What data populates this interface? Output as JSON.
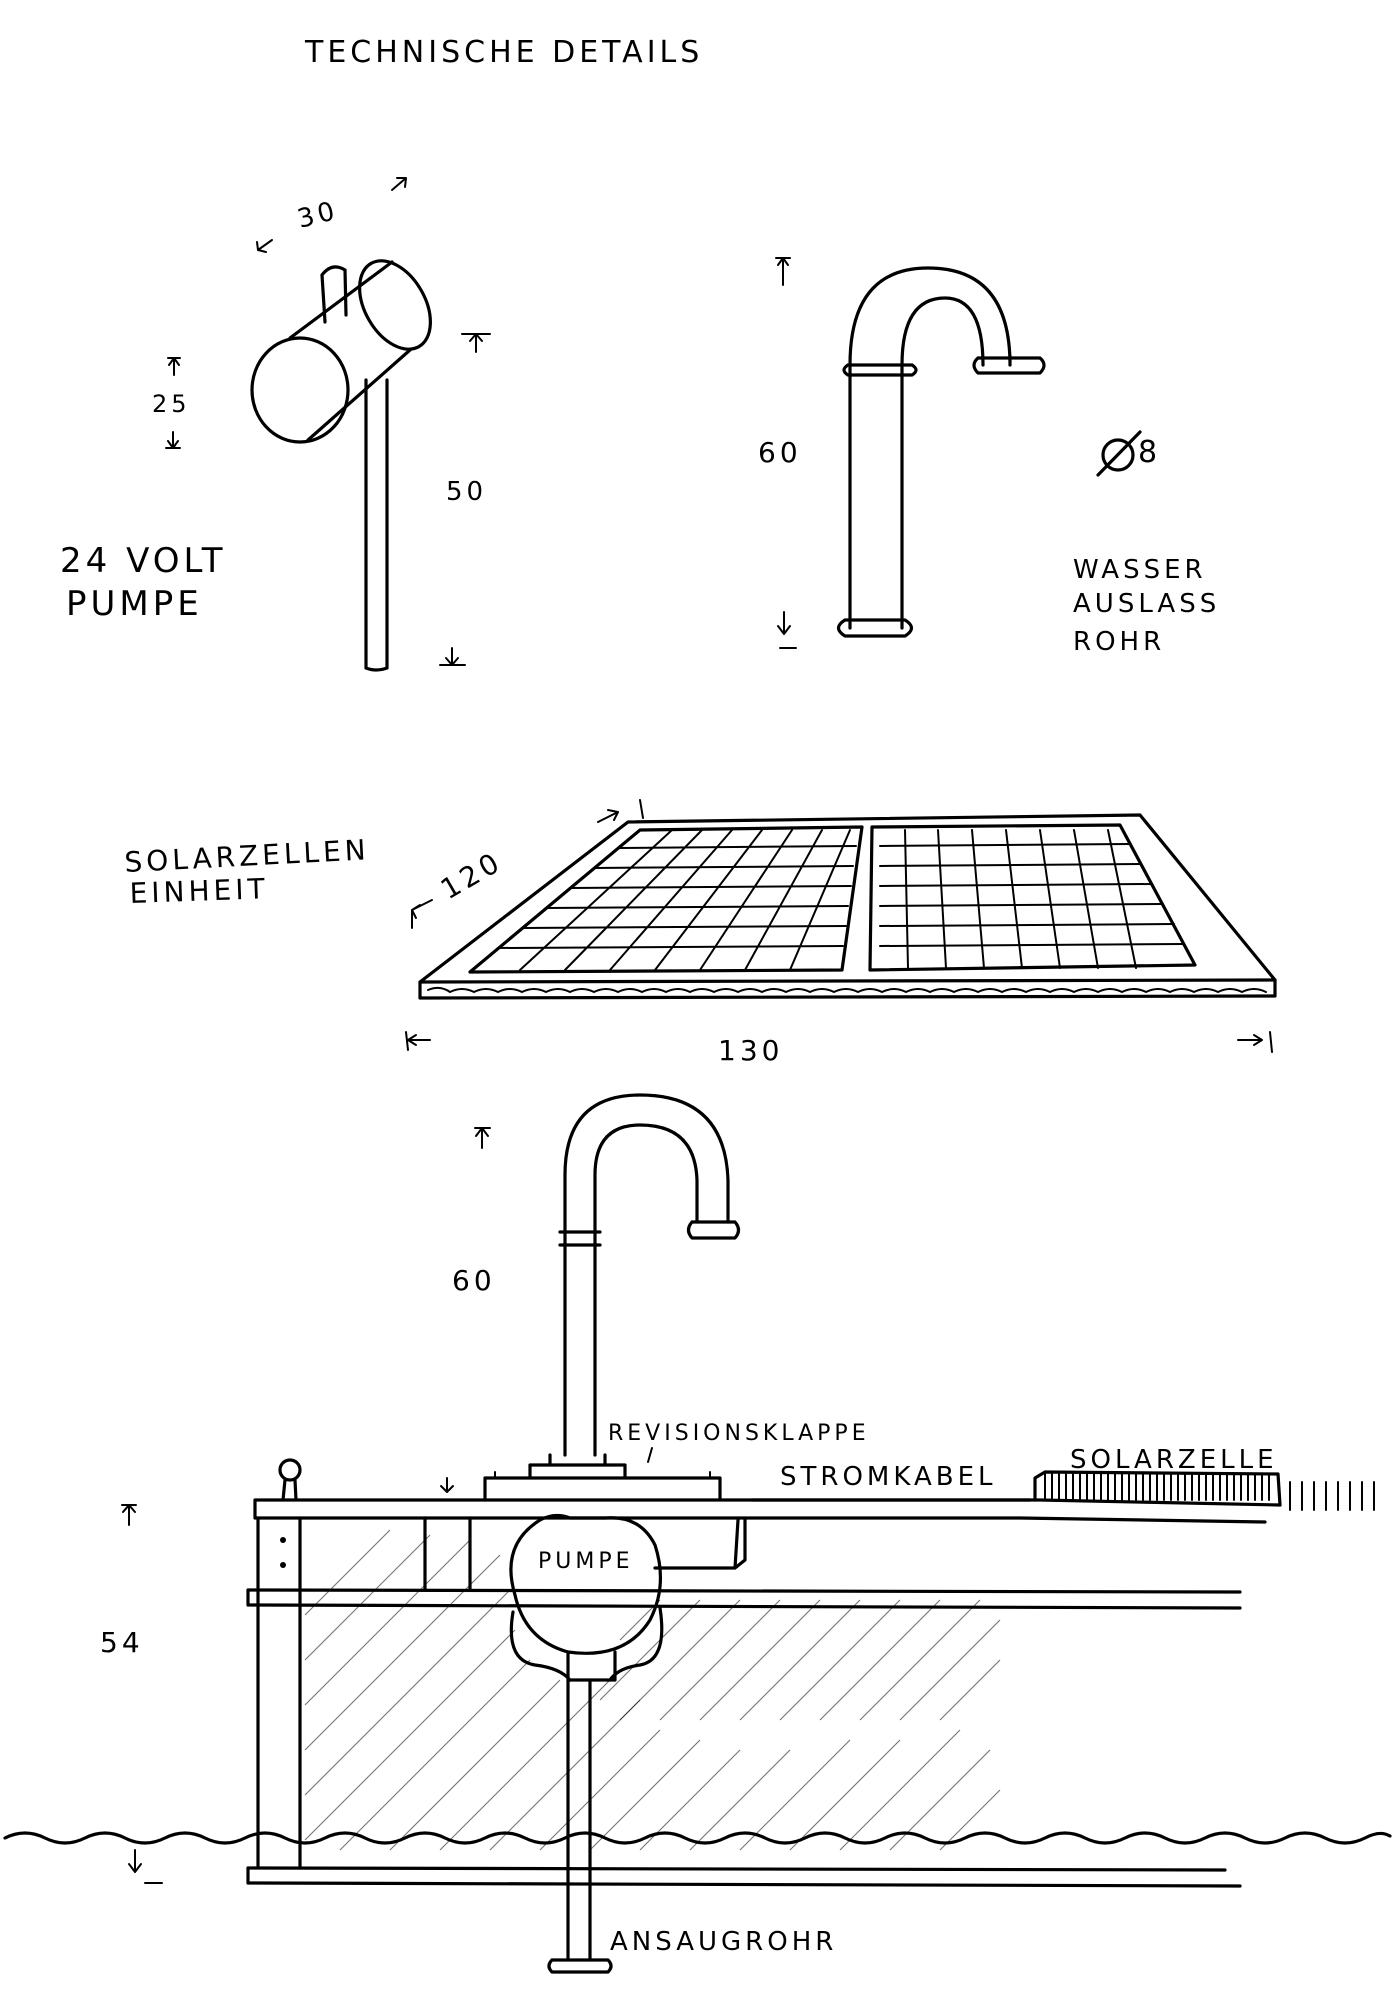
{
  "title": "TECHNISCHE DETAILS",
  "pump": {
    "label_line1": "24 VOLT",
    "label_line2": "PUMPE",
    "dim_width": "30",
    "dim_height": "25",
    "dim_shaft": "50"
  },
  "outlet_pipe": {
    "label_line1": "WASSER",
    "label_line2": "AUSLASS",
    "label_line3": "ROHR",
    "dim_height": "60",
    "dim_diameter": "Ø 8"
  },
  "solar_unit": {
    "label_line1": "SOLARZELLEN",
    "label_line2": "EINHEIT",
    "dim_depth": "120",
    "dim_width": "130"
  },
  "assembly": {
    "dim_pipe": "60",
    "dim_body": "54",
    "label_revision": "REVISIONSKLAPPE",
    "label_cable": "STROMKABEL",
    "label_solar": "SOLARZELLE",
    "label_pump": "PUMPE",
    "label_intake": "ANSAUGROHR"
  }
}
